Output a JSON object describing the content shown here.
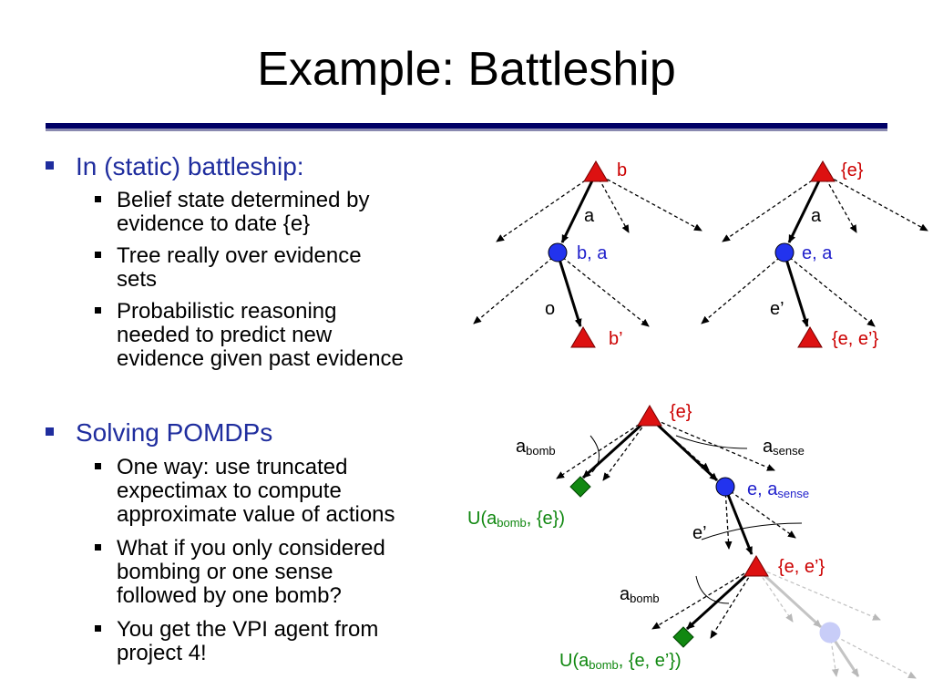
{
  "title": "Example: Battleship",
  "bullets": [
    {
      "text": "In (static) battleship:",
      "sub": [
        "Belief state determined by\nevidence to date {e}",
        "Tree really over evidence\nsets",
        "Probabilistic reasoning\nneeded to predict new\nevidence given past evidence"
      ]
    },
    {
      "text": "Solving POMDPs",
      "sub": [
        "One way: use truncated\nexpectimax to compute\napproximate value of actions",
        "What if you only considered\nbombing or one sense\nfollowed by one bomb?",
        "You get the VPI agent from\nproject 4!"
      ]
    }
  ],
  "tree_left": {
    "root_label": "b",
    "edge1_label": "a",
    "mid_label": "b, a",
    "edge2_label": "o",
    "leaf_label": "b’"
  },
  "tree_right": {
    "root_label": "{e}",
    "edge1_label": "a",
    "mid_label": "e, a",
    "edge2_label": "e’",
    "leaf_label": "{e, e’}"
  },
  "tree_bottom": {
    "root_label": "{e}",
    "a_base": "a",
    "bomb_sub": "bomb",
    "sense_sub": "sense",
    "utility_prefix": "U(a",
    "utility1_suffix": ", {e})",
    "mid_prefix": "e, a",
    "edge_e_label": "e’",
    "node2_label": "{e, e’}",
    "utility2_suffix": ", {e, e’})"
  },
  "colors": {
    "title_rule": "#000066",
    "bullet_blue": "#1f2d9e",
    "chance_node": "#dd1111",
    "max_node": "#2233ee",
    "terminal_node": "#118811",
    "label_red": "#cc0000",
    "label_blue": "#2222cc",
    "label_green": "#118811"
  }
}
